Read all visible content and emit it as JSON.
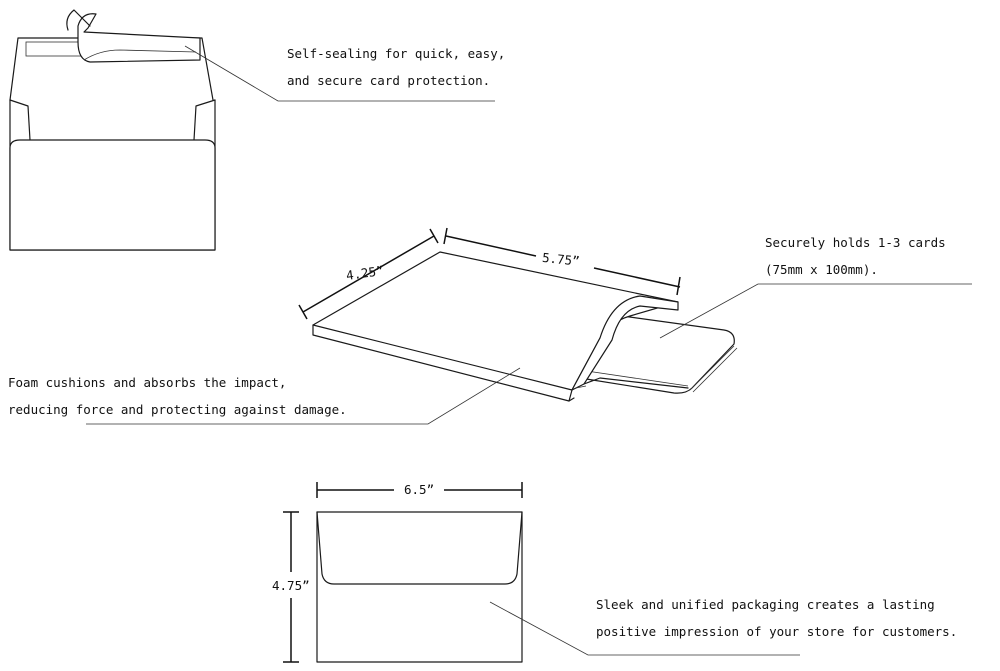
{
  "callouts": {
    "self_sealing": {
      "line1": "Self-sealing for quick, easy,",
      "line2": "and secure card protection."
    },
    "holds_cards": {
      "line1": "Securely holds 1-3 cards",
      "line2": "(75mm x 100mm)."
    },
    "foam": {
      "line1": "Foam cushions and absorbs the impact,",
      "line2": "reducing force and protecting against damage."
    },
    "packaging": {
      "line1": "Sleek and unified packaging creates a lasting",
      "line2": "positive impression of your store for customers."
    }
  },
  "dimensions": {
    "sleeve_depth": "4.25”",
    "sleeve_length": "5.75”",
    "envelope_width": "6.5”",
    "envelope_height": "4.75”"
  },
  "colors": {
    "line": "#1a1a1a",
    "background": "#ffffff"
  }
}
